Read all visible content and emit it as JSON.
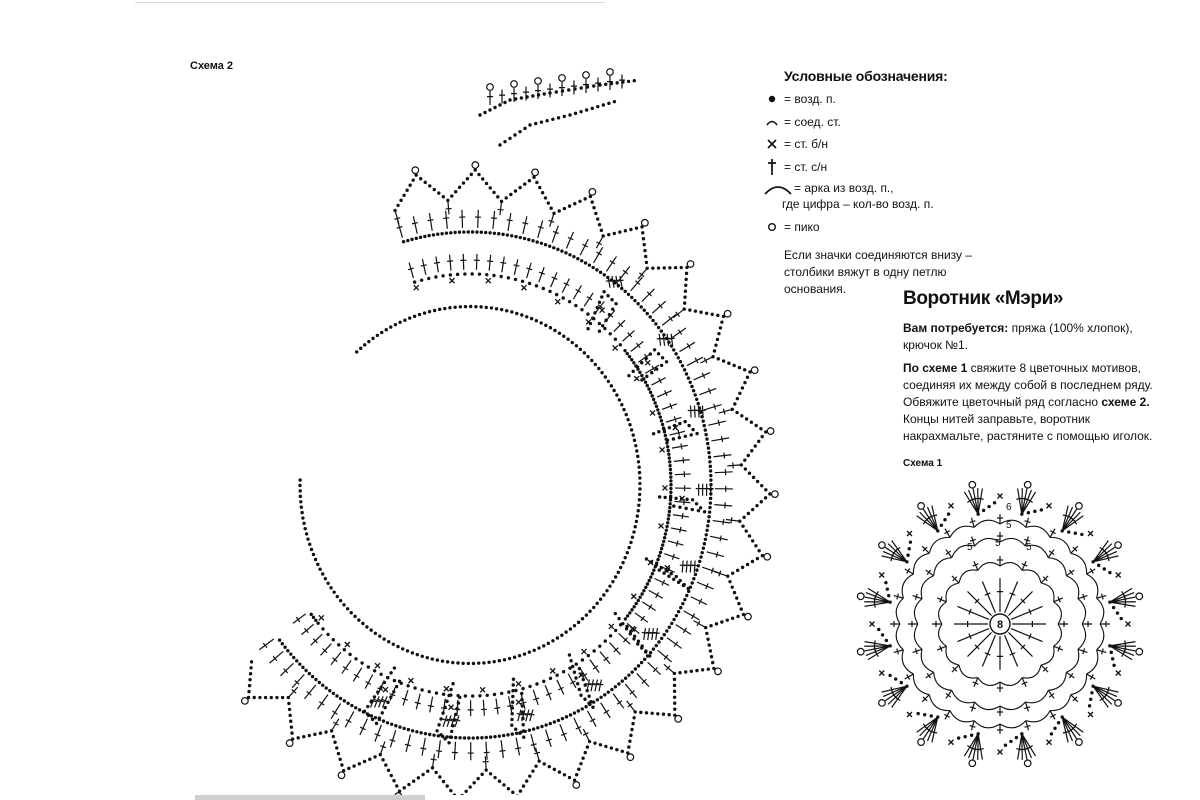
{
  "schema2": {
    "label": "Схема 2"
  },
  "legend": {
    "title": "Условные обозначения:",
    "items": [
      {
        "icon": "filled-dot-icon",
        "text": "= возд. п."
      },
      {
        "icon": "slip-stitch-arc-icon",
        "text": "= соед. ст."
      },
      {
        "icon": "cross-icon",
        "text": "= ст. б/н"
      },
      {
        "icon": "dagger-icon",
        "text": "= ст. с/н"
      }
    ],
    "arc": {
      "icon": "chain-arch-icon",
      "line1": "= арка из возд. п.,",
      "line2": "где цифра – кол-во возд. п."
    },
    "picot": {
      "icon": "open-circle-icon",
      "text": "= пико"
    },
    "note": "Если значки соединяются внизу – столбики вяжут в одну петлю основания."
  },
  "instructions": {
    "title": "Воротник «Мэри»",
    "p1_bold": "Вам потребуется:",
    "p1_rest": " пряжа (100% хлопок), крючок №1.",
    "p2_a": "По схеме 1",
    "p2_b": " свяжите 8 цветочных мотивов, соединяя их между собой в последнем ряду. Обвяжите цветочный ряд согласно ",
    "p2_c": "схеме 2.",
    "p3": "Концы нитей заправьте, воротник накрахмальте, растяните с помощью иголок."
  },
  "schema1": {
    "label": "Схема 1",
    "center_number": "8",
    "arch_numbers": [
      "5",
      "5",
      "5",
      "6",
      "5"
    ]
  },
  "colors": {
    "ink": "#111111",
    "paper": "#ffffff"
  }
}
